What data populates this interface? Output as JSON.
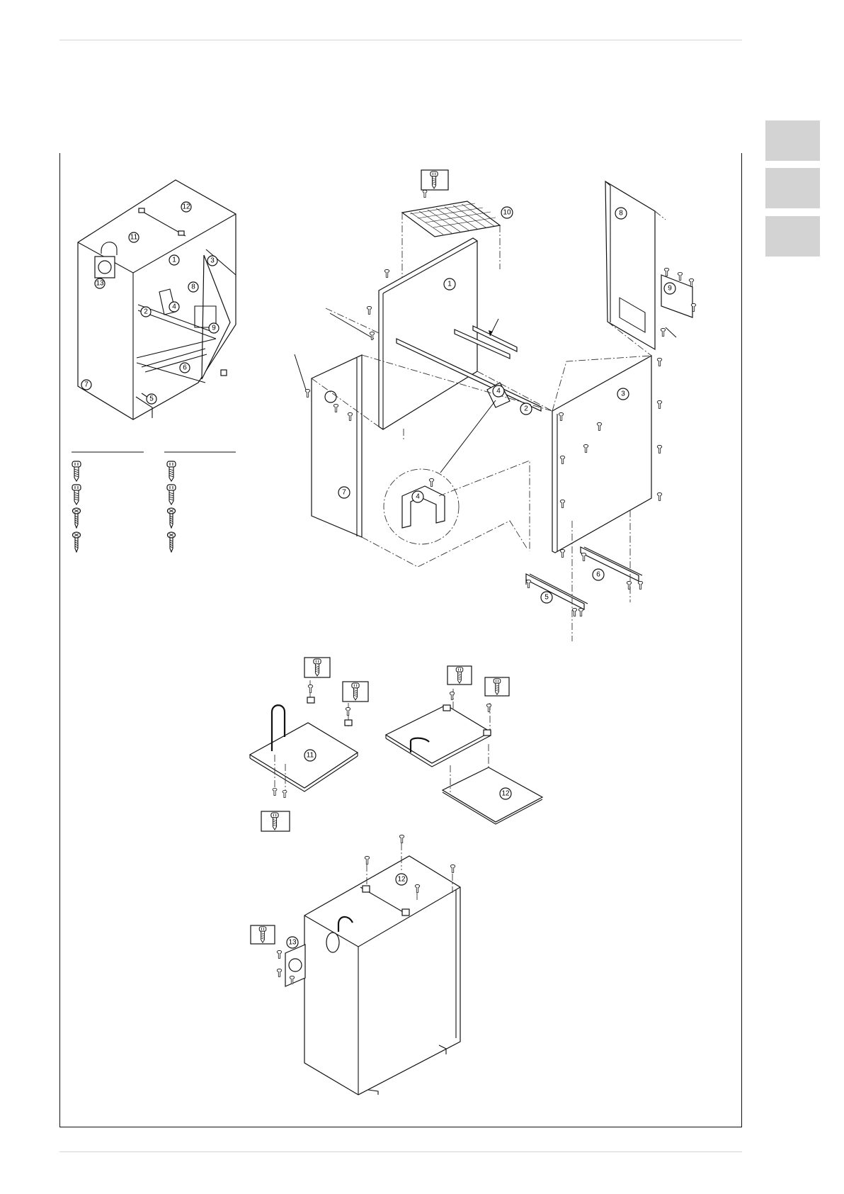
{
  "page": {
    "side_tabs": [
      "",
      "",
      ""
    ]
  },
  "callouts": {
    "c1": "1",
    "c2": "2",
    "c3": "3",
    "c4": "4",
    "c5": "5",
    "c6": "6",
    "c7": "7",
    "c8": "8",
    "c9": "9",
    "c10": "10",
    "c11": "11",
    "c12": "12",
    "c13": "13"
  },
  "icons": {
    "fastener": "screw-icon",
    "handle": "handle-icon"
  },
  "colors": {
    "line": "#111111",
    "tab": "#d3d3d3",
    "rule": "#d4d4d4"
  }
}
